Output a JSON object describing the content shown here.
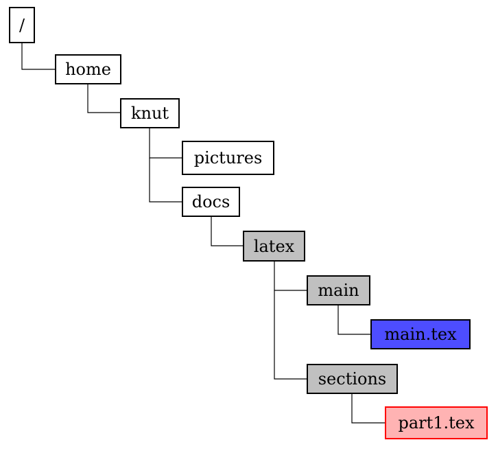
{
  "diagram": {
    "type": "directory-tree",
    "nodes": [
      {
        "id": "root",
        "label": "/",
        "parent": null,
        "style": "plain"
      },
      {
        "id": "home",
        "label": "home",
        "parent": "root",
        "style": "plain"
      },
      {
        "id": "knut",
        "label": "knut",
        "parent": "home",
        "style": "plain"
      },
      {
        "id": "pictures",
        "label": "pictures",
        "parent": "knut",
        "style": "plain"
      },
      {
        "id": "docs",
        "label": "docs",
        "parent": "knut",
        "style": "plain"
      },
      {
        "id": "latex",
        "label": "latex",
        "parent": "docs",
        "style": "highlighted"
      },
      {
        "id": "main",
        "label": "main",
        "parent": "latex",
        "style": "highlighted"
      },
      {
        "id": "maintex",
        "label": "main.tex",
        "parent": "main",
        "style": "selected"
      },
      {
        "id": "sections",
        "label": "sections",
        "parent": "latex",
        "style": "highlighted"
      },
      {
        "id": "part1",
        "label": "part1.tex",
        "parent": "sections",
        "style": "error"
      }
    ],
    "colors": {
      "highlighted": "#c0c0c0",
      "selected": "#4d4dff",
      "error_fill": "#ffb3b3",
      "error_border": "#ff0000"
    }
  }
}
